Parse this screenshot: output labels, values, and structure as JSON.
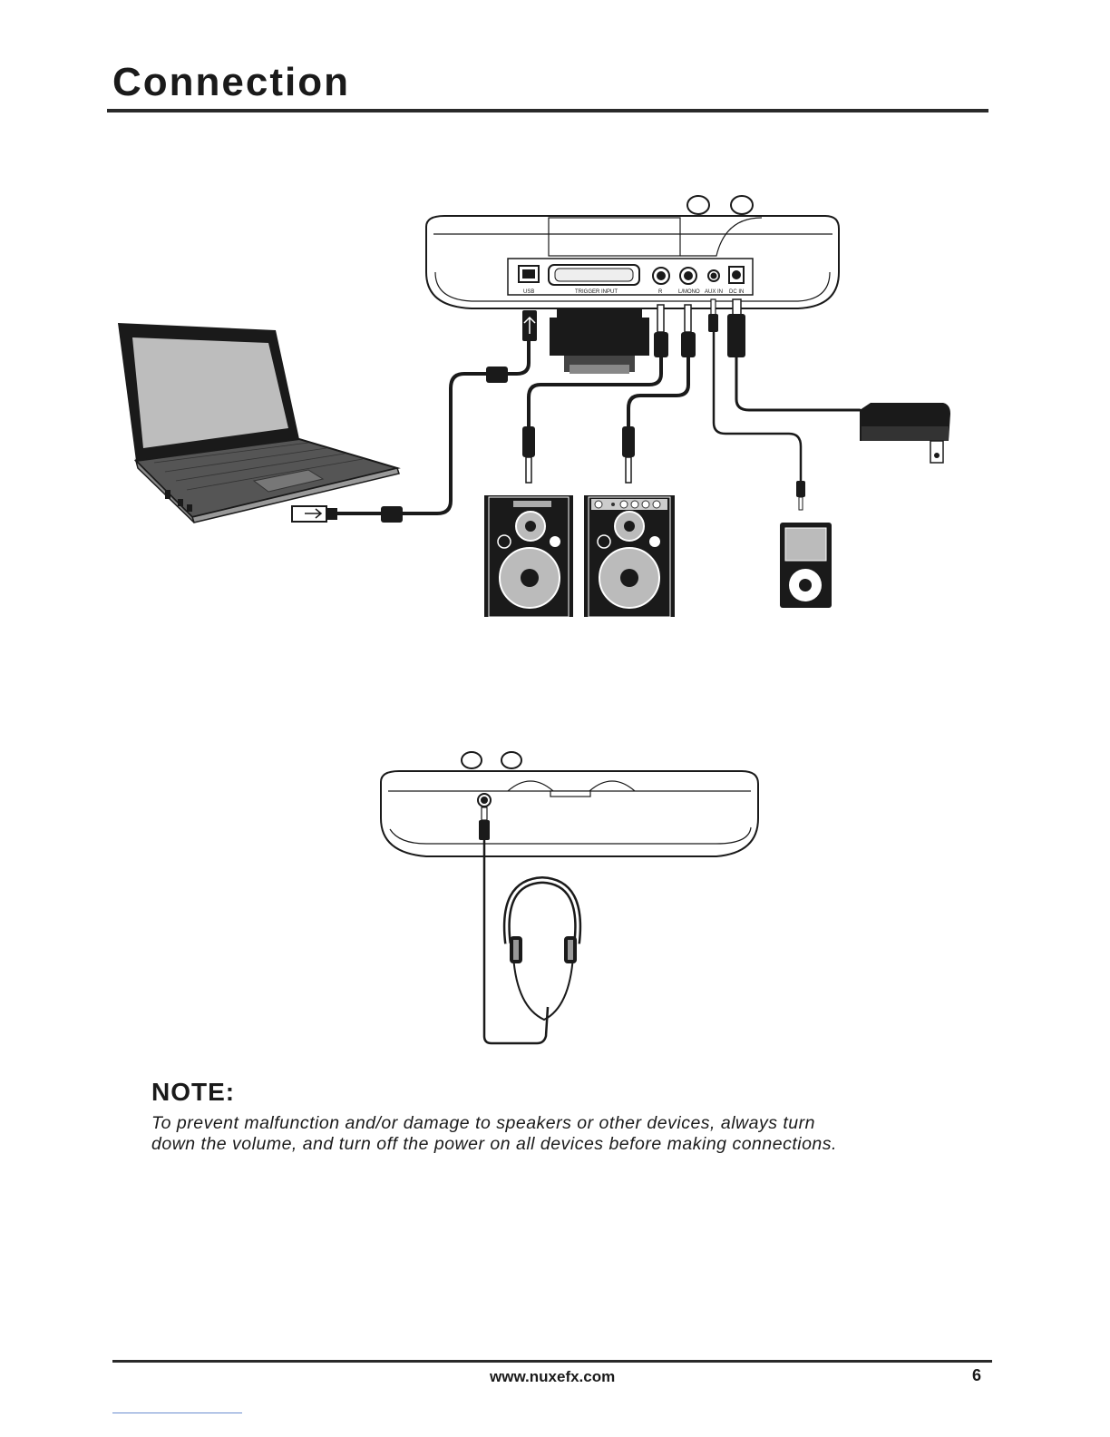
{
  "page": {
    "title": "Connection",
    "note_heading": "NOTE:",
    "note_lines": [
      "To prevent malfunction and/or damage to speakers or other devices, always turn",
      "down the volume, and turn off the power on all devices before making connections."
    ],
    "footer_url": "www.nuxefx.com",
    "page_number": "6"
  },
  "diagram": {
    "port_labels": {
      "usb": "USB",
      "trigger": "TRIGGER INPUT",
      "r": "R",
      "l_mono": "L/MONO",
      "aux": "AUX IN",
      "dc": "DC IN"
    }
  }
}
